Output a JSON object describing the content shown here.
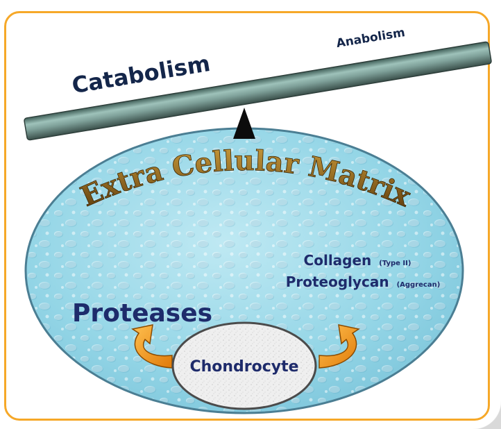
{
  "balance": {
    "left_label": "Catabolism",
    "right_label": "Anabolism"
  },
  "matrix": {
    "title": "Extra Cellular Matrix"
  },
  "components": {
    "collagen": "Collagen",
    "collagen_type": "(Type II)",
    "proteoglycan": "Proteoglycan",
    "proteoglycan_type": "(Aggrecan)"
  },
  "proteases_label": "Proteases",
  "cell_label": "Chondrocyte",
  "colors": {
    "frame": "#f6a828",
    "beam": "#7fa19a",
    "matrix_fill": "#8fd3e3",
    "text_navy": "#1e2b6b",
    "title_brown": "#6e4a12",
    "arrow": "#f08c14"
  }
}
